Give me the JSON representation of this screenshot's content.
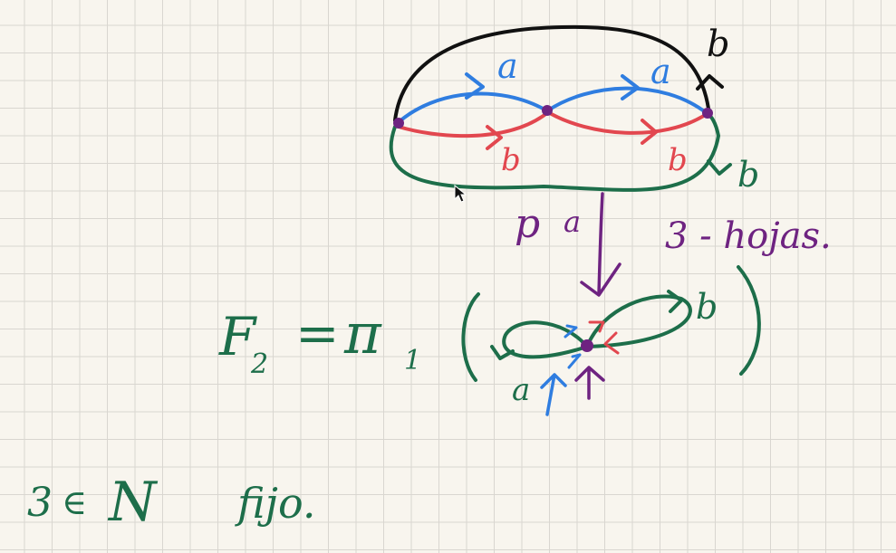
{
  "colors": {
    "black": "#111111",
    "blue": "#2f7de0",
    "red": "#e2474f",
    "green": "#1d6e4a",
    "purple": "#6e2381",
    "background": "#f8f5ee",
    "grid": "#d9d6d0"
  },
  "cover_graph": {
    "edge_labels": {
      "black_top": "b",
      "blue_left": "a",
      "blue_right": "a",
      "red_left": "b",
      "red_right": "b",
      "green_bottom": "b"
    }
  },
  "covering_map": {
    "symbol": "p",
    "label": "a"
  },
  "sheets_note": "3 - hojas.",
  "equation": {
    "lhs": "F",
    "lhs_subscript": "2",
    "equals": "=",
    "pi": "π",
    "pi_subscript": "1"
  },
  "base_graph": {
    "loop_labels": {
      "left": "a",
      "right": "b"
    }
  },
  "note_bottom": {
    "number": "3",
    "in_symbol": "∈",
    "naturals": "N",
    "text": "fijo."
  },
  "icons": [
    "mouse-pointer-icon"
  ]
}
